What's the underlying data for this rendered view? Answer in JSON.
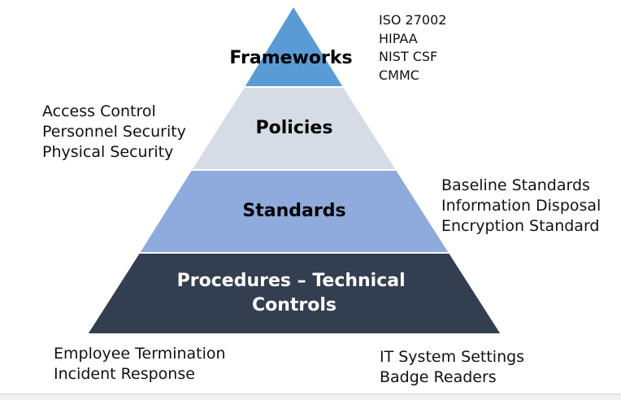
{
  "tiers": [
    {
      "key": "frameworks",
      "label_lines": [
        "Frameworks"
      ],
      "fill": "#5b9bd5",
      "text_color": "#000000"
    },
    {
      "key": "policies",
      "label_lines": [
        "Policies"
      ],
      "fill": "#d6dce5",
      "text_color": "#000000"
    },
    {
      "key": "standards",
      "label_lines": [
        "Standards"
      ],
      "fill": "#8faadc",
      "text_color": "#000000"
    },
    {
      "key": "procedures",
      "label_lines": [
        "Procedures – Technical",
        "Controls"
      ],
      "fill": "#333f50",
      "text_color": "#ffffff"
    }
  ],
  "notes": {
    "frameworks": [
      "ISO 27002",
      "HIPAA",
      "NIST CSF",
      "CMMC"
    ],
    "policies": [
      "Access Control",
      "Personnel Security",
      "Physical Security"
    ],
    "standards": [
      "Baseline Standards",
      "Information Disposal",
      "Encryption Standard"
    ],
    "procedures_left": [
      "Employee Termination",
      "Incident Response"
    ],
    "procedures_right": [
      "IT System Settings",
      "Badge Readers"
    ]
  }
}
